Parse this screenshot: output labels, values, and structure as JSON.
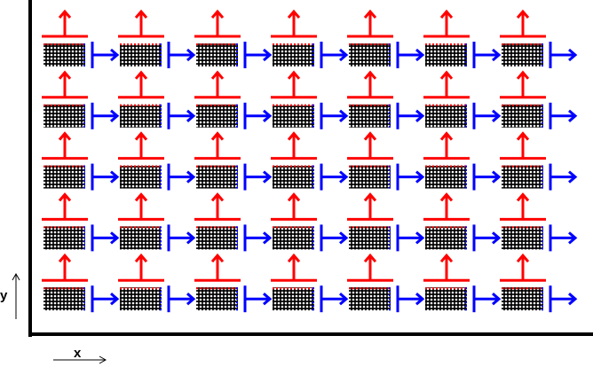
{
  "diagram": {
    "grid": {
      "rows": 5,
      "columns": 7
    },
    "cell_parts": {
      "up_arrow": "red-up-arrow-icon",
      "block": "dot-matrix-block",
      "right_arrow": "blue-right-arrow-icon"
    },
    "colors": {
      "frame": "#000000",
      "up_arrow": "#ff0000",
      "right_arrow": "#0000ff",
      "block_fill": "#000000",
      "block_dots": "#ffffff"
    },
    "axes": {
      "x_label": "x",
      "y_label": "y"
    }
  }
}
